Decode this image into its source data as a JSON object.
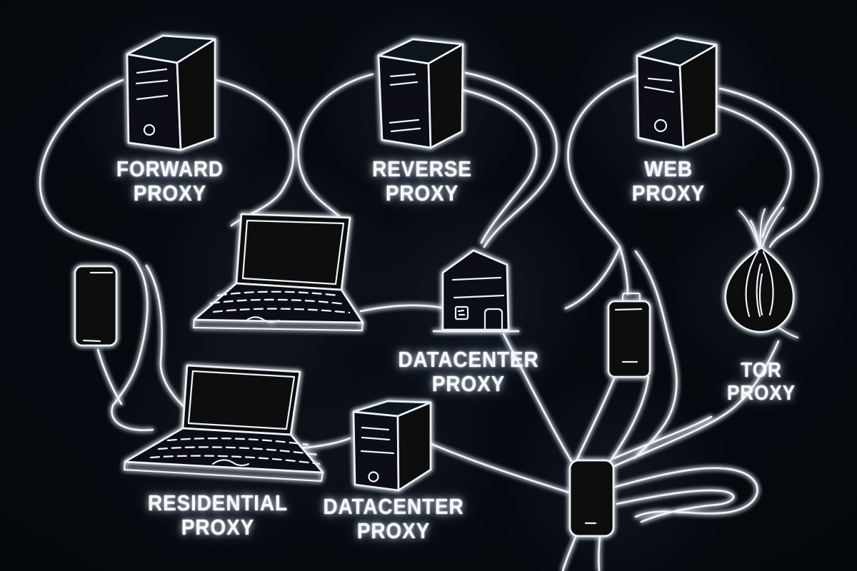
{
  "scene": {
    "title": "Types of proxies diagram",
    "background_color": "#04070c",
    "line_color": "#edf3fc",
    "glow_color": "#9fc0ff",
    "style": "hand-drawn white neon line art on black, devices connected by flowing curved lines"
  },
  "labels": {
    "forward": {
      "line1": "FORWARD",
      "line2": "PROXY"
    },
    "reverse": {
      "line1": "REVERSE",
      "line2": "PROXY"
    },
    "web": {
      "line1": "WEB",
      "line2": "PROXY"
    },
    "datacenter_mid": {
      "line1": "DATACENTER",
      "line2": "PROXY"
    },
    "tor": {
      "line1": "TOR",
      "line2": "PROXY"
    },
    "residential": {
      "line1": "RESIDENTIAL",
      "line2": "PROXY"
    },
    "datacenter_bottom": {
      "line1": "DATACENTER",
      "line2": "PROXY"
    }
  },
  "nodes": [
    {
      "id": "forward-proxy",
      "icon": "server-tower-icon",
      "label": "FORWARD PROXY"
    },
    {
      "id": "reverse-proxy",
      "icon": "server-tower-icon",
      "label": "REVERSE PROXY"
    },
    {
      "id": "web-proxy",
      "icon": "server-tower-icon",
      "label": "WEB PROXY"
    },
    {
      "id": "client-smartphone",
      "icon": "smartphone-icon",
      "label": ""
    },
    {
      "id": "client-laptop",
      "icon": "laptop-icon",
      "label": ""
    },
    {
      "id": "datacenter-proxy-house",
      "icon": "house-icon",
      "label": "DATACENTER PROXY"
    },
    {
      "id": "mobile-battery-device",
      "icon": "battery-icon",
      "label": ""
    },
    {
      "id": "tor-proxy",
      "icon": "onion-icon",
      "label": "TOR PROXY"
    },
    {
      "id": "residential-proxy-laptop",
      "icon": "laptop-icon",
      "label": "RESIDENTIAL PROXY"
    },
    {
      "id": "datacenter-proxy-server",
      "icon": "server-tower-icon",
      "label": "DATACENTER PROXY"
    },
    {
      "id": "client-phone-bottom",
      "icon": "smartphone-icon",
      "label": ""
    }
  ]
}
